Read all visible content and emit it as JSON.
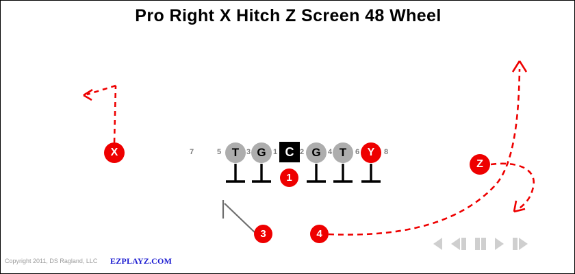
{
  "title": "Pro Right X Hitch Z Screen 48 Wheel",
  "colors": {
    "route_red": "#ee0000",
    "lineman_gray": "#adadad",
    "center_black": "#000000",
    "block_line_gray": "#6e6e6e",
    "gap_number_gray": "#7d7d7d",
    "control_gray": "#cfcfcf",
    "brand_blue": "#1a1ad0",
    "copyright_gray": "#9a9a9a"
  },
  "formation": {
    "gap_numbers": [
      "7",
      "5",
      "3",
      "1",
      "2",
      "4",
      "6",
      "8"
    ],
    "linemen": [
      {
        "label": "T",
        "kind": "circle-gray"
      },
      {
        "label": "G",
        "kind": "circle-gray"
      },
      {
        "label": "C",
        "kind": "square-black"
      },
      {
        "label": "G",
        "kind": "circle-gray"
      },
      {
        "label": "T",
        "kind": "circle-gray"
      },
      {
        "label": "Y",
        "kind": "circle-red"
      }
    ],
    "backs": [
      {
        "label": "1",
        "role": "quarterback"
      },
      {
        "label": "3",
        "role": "running-back-left"
      },
      {
        "label": "4",
        "role": "running-back-right"
      }
    ],
    "receivers": [
      {
        "label": "X",
        "role": "split-end-left",
        "route": "hitch"
      },
      {
        "label": "Z",
        "role": "flanker-right",
        "route": "screen"
      }
    ]
  },
  "routes": [
    {
      "name": "x-hitch-route",
      "player": "X",
      "style": "dashed",
      "color": "#ee0000"
    },
    {
      "name": "z-screen-route",
      "player": "Z",
      "style": "dashed",
      "color": "#ee0000"
    },
    {
      "name": "wheel-route-48",
      "player": "4",
      "style": "dashed",
      "color": "#ee0000"
    },
    {
      "name": "back-block-assignment",
      "player": "3",
      "style": "solid",
      "color": "#6e6e6e"
    }
  ],
  "playback": {
    "controls": [
      {
        "name": "rewind-button",
        "glyph": "rewind"
      },
      {
        "name": "step-back-button",
        "glyph": "step-back"
      },
      {
        "name": "pause-button",
        "glyph": "pause"
      },
      {
        "name": "play-button",
        "glyph": "play"
      },
      {
        "name": "step-forward-button",
        "glyph": "step-forward"
      }
    ]
  },
  "footer": {
    "copyright": "Copyright 2011, DS Ragland, LLC",
    "brand": "EZPLAYZ.COM"
  }
}
